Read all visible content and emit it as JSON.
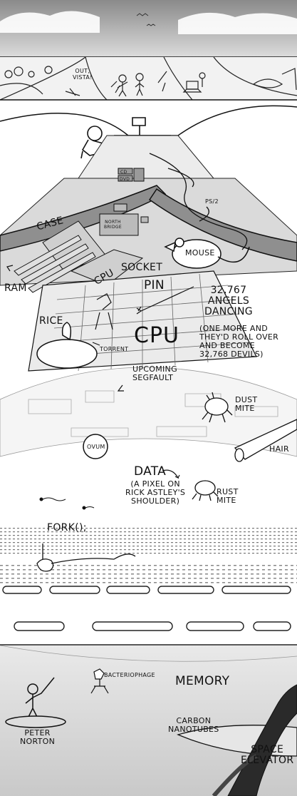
{
  "labels": {
    "out_vista": [
      "OUT,",
      "VISTA!"
    ],
    "cd": "CD",
    "dvd": "DVD",
    "case": "CASE",
    "ps2": "PS/2",
    "north_bridge": [
      "NORTH",
      "BRIDGE"
    ],
    "mouse": "MOUSE",
    "ram": "RAM",
    "cpu_small": "CPU",
    "socket": "SOCKET",
    "pin": "PIN",
    "angels": [
      "32,767",
      "ANGELS",
      "DANCING"
    ],
    "devils_note": [
      "(ONE MORE AND",
      "THEY'D ROLL OVER",
      "AND BECOME",
      "32,768 DEVILS)"
    ],
    "rice": "RICE",
    "torrent": "TORRENT",
    "cpu_big": "CPU",
    "segfault": [
      "UPCOMING",
      "SEGFAULT"
    ],
    "dust_mite": [
      "DUST",
      "MITE"
    ],
    "ovum": "OVUM",
    "hair": "HAIR",
    "data": "DATA",
    "data_note": [
      "(A PIXEL ON",
      "RICK ASTLEY'S",
      "SHOULDER)"
    ],
    "rust_mite": [
      "RUST",
      "MITE"
    ],
    "fork": "FORK();",
    "bacteriophage": "BACTERIOPHAGE",
    "memory": "MEMORY",
    "peter_norton": [
      "PETER",
      "NORTON"
    ],
    "carbon_nanotubes": [
      "CARBON",
      "NANOTUBES"
    ],
    "space_elevator": [
      "SPACE",
      "ELEVATOR"
    ]
  }
}
